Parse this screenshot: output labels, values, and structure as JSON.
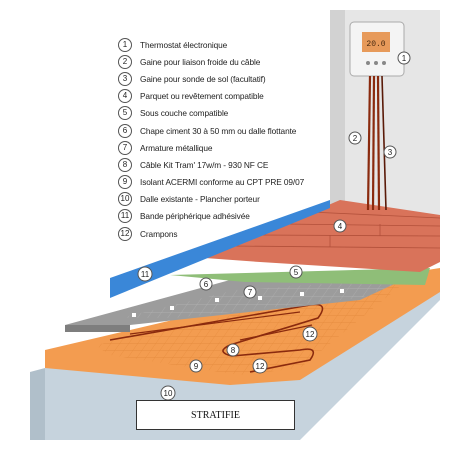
{
  "legend": [
    {
      "n": "1",
      "text": "Thermostat électronique"
    },
    {
      "n": "2",
      "text": "Gaine pour liaison froide du câble"
    },
    {
      "n": "3",
      "text": "Gaine pour sonde de sol (facultatif)"
    },
    {
      "n": "4",
      "text": "Parquet ou revêtement compatible"
    },
    {
      "n": "5",
      "text": "Sous couche compatible"
    },
    {
      "n": "6",
      "text": "Chape ciment 30 à 50 mm ou dalle flottante"
    },
    {
      "n": "7",
      "text": "Armature métallique"
    },
    {
      "n": "8",
      "text": "Câble Kit Tram' 17w/m - 930 NF CE"
    },
    {
      "n": "9",
      "text": "Isolant ACERMI conforme au CPT PRE 09/07"
    },
    {
      "n": "10",
      "text": "Dalle existante - Plancher porteur"
    },
    {
      "n": "11",
      "text": "Bande périphérique adhésivée"
    },
    {
      "n": "12",
      "text": "Crampons"
    }
  ],
  "thermostat": {
    "display": "20.0"
  },
  "callouts": [
    "1",
    "2",
    "3",
    "4",
    "5",
    "6",
    "7",
    "8",
    "9",
    "10",
    "11",
    "12",
    "12"
  ],
  "caption": "STRATIFIE",
  "colors": {
    "wall": "#e4e4e4",
    "parquet": "#d9735a",
    "underlay": "#8fbe78",
    "screed": "#9a9a9a",
    "insulation": "#f4a25a",
    "slab": "#c4d2dc",
    "perimeter_strip": "#3a87d8",
    "cable": "#8a2a0e"
  }
}
